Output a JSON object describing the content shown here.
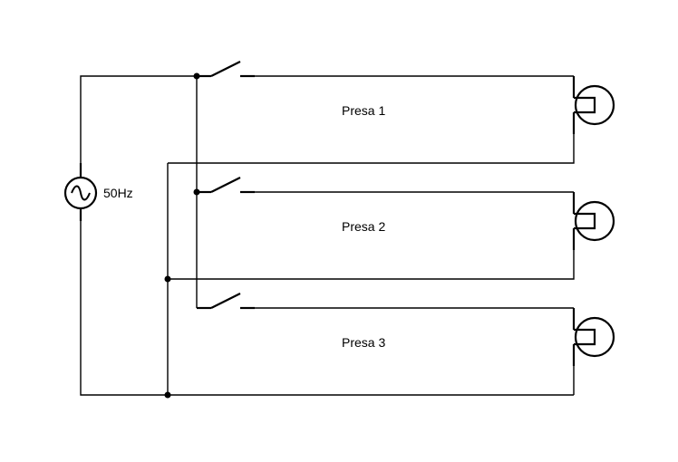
{
  "source": {
    "frequency_label": "50Hz",
    "icon": "ac-source-icon"
  },
  "circuits": [
    {
      "label": "Presa 1",
      "switch_icon": "switch-icon",
      "load_icon": "socket-icon"
    },
    {
      "label": "Presa 2",
      "switch_icon": "switch-icon",
      "load_icon": "socket-icon"
    },
    {
      "label": "Presa 3",
      "switch_icon": "switch-icon",
      "load_icon": "socket-icon"
    }
  ],
  "colors": {
    "line": "#000000",
    "background": "#ffffff"
  }
}
